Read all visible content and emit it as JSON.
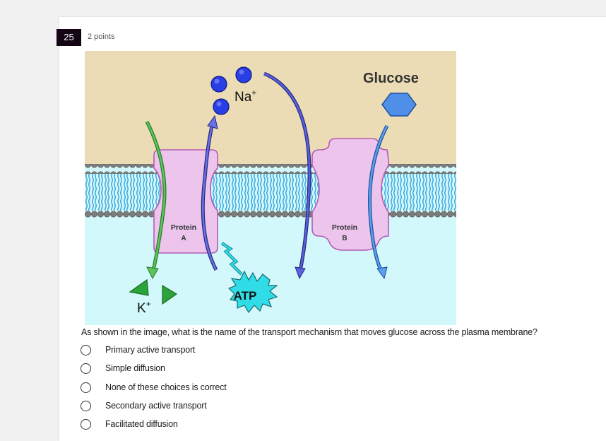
{
  "question": {
    "number": "25",
    "points": "2 points",
    "text": "As shown in the image, what is the name of the transport mechanism that moves glucose across the plasma membrane?",
    "options": [
      {
        "label": "Primary active transport"
      },
      {
        "label": "Simple diffusion"
      },
      {
        "label": "None of these choices is correct"
      },
      {
        "label": "Secondary active transport"
      },
      {
        "label": "Facilitated diffusion"
      }
    ]
  },
  "figure": {
    "labels": {
      "glucose": "Glucose",
      "sodium": "Na",
      "sodium_charge": "+",
      "potassium": "K",
      "potassium_charge": "+",
      "atp": "ATP",
      "protein_a_line1": "Protein",
      "protein_a_line2": "A",
      "protein_b_line1": "Protein",
      "protein_b_line2": "B"
    },
    "colors": {
      "extracellular": "#ecdcb6",
      "cytoplasm": "#d3f8fb",
      "protein": "#ecc4ec",
      "lipid_head": "#7c7c7c",
      "lipid_tail": "#3aa6dc",
      "sodium_ion": "#2a3ee6",
      "glucose": "#4f8fe8",
      "atp": "#30dce6",
      "potassium_ion": "#2ba33b",
      "k_arrow": "#3aa844",
      "na_arrow": "#4b54d8",
      "glucose_arrow": "#3b82e0"
    }
  }
}
